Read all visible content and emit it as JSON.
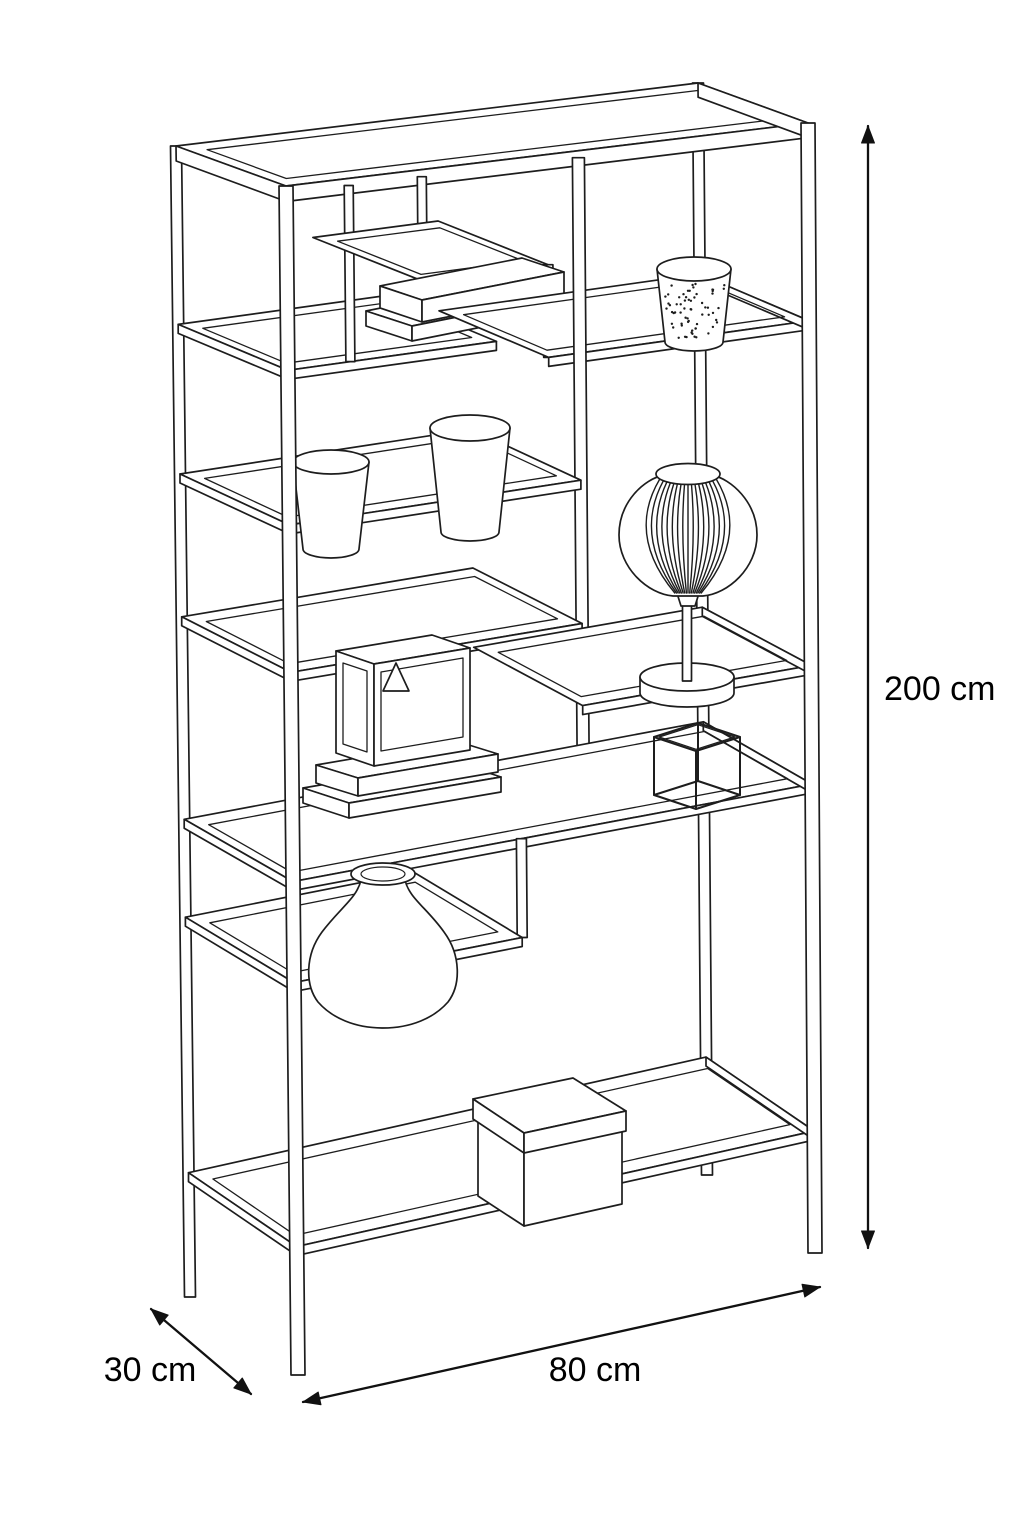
{
  "page": {
    "background": "#ffffff"
  },
  "diagram": {
    "type": "furniture-dimension-diagram",
    "subject": "shelving-unit",
    "annotations": {
      "height": "200 cm",
      "width": "80 cm",
      "depth": "30 cm"
    },
    "style": {
      "line_color": "#1d1d1d",
      "dimension_color": "#111111",
      "background": "#ffffff"
    },
    "shelf_items": [
      {
        "name": "stacked-books",
        "location": "top row platform"
      },
      {
        "name": "speckled-cup",
        "location": "top right shelf"
      },
      {
        "name": "tapered-pot-small",
        "location": "upper left shelf"
      },
      {
        "name": "tapered-pot-large",
        "location": "upper left shelf"
      },
      {
        "name": "pleated-table-lamp",
        "location": "middle right shelf"
      },
      {
        "name": "display-case-on-books",
        "location": "middle left shelf"
      },
      {
        "name": "wire-frame-cube",
        "location": "middle right shelf"
      },
      {
        "name": "round-vase",
        "location": "lower left shelf"
      },
      {
        "name": "lidded-storage-box",
        "location": "bottom shelf"
      }
    ]
  }
}
